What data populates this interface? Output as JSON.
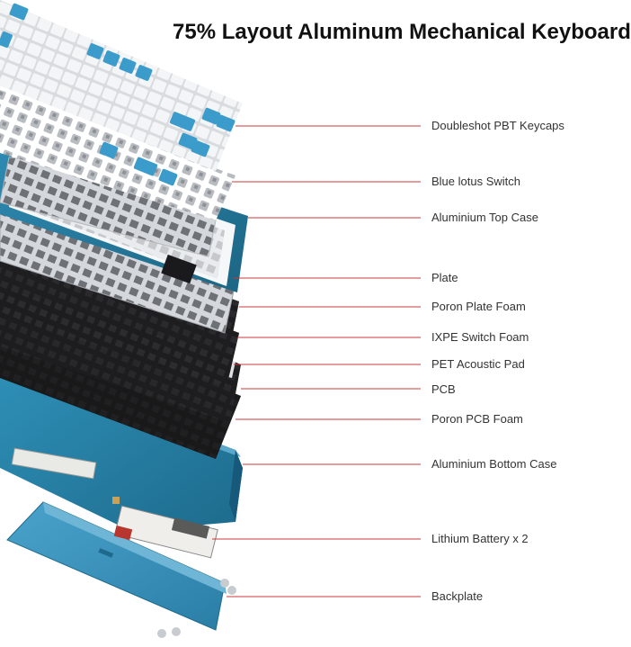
{
  "title": "75% Layout Aluminum Mechanical Keyboard",
  "colors": {
    "accent_blue": "#2f8fb5",
    "case_teal": "#1f6c87",
    "case_blue": "#2c87ad",
    "bottom_case": "#2a7da3",
    "keycap_white": "#eef0f2",
    "keycap_blue": "#3b9ccb",
    "plate_grey": "#cfd2d6",
    "foam_black": "#1b1b1c",
    "leader_red": "#c9383a",
    "switch_grey": "#b9bcc1"
  },
  "components": [
    {
      "id": "keycaps",
      "label": "Doubleshot PBT Keycaps"
    },
    {
      "id": "switch",
      "label": "Blue lotus Switch"
    },
    {
      "id": "top-case",
      "label": "Aluminium Top Case"
    },
    {
      "id": "plate",
      "label": "Plate"
    },
    {
      "id": "plate-foam",
      "label": "Poron Plate Foam"
    },
    {
      "id": "switch-foam",
      "label": "IXPE Switch Foam"
    },
    {
      "id": "acoustic-pad",
      "label": "PET Acoustic Pad"
    },
    {
      "id": "pcb",
      "label": "PCB"
    },
    {
      "id": "pcb-foam",
      "label": "Poron PCB Foam"
    },
    {
      "id": "bottom-case",
      "label": "Aluminium Bottom Case"
    },
    {
      "id": "battery",
      "label": "Lithium Battery x 2"
    },
    {
      "id": "backplate",
      "label": "Backplate"
    }
  ]
}
